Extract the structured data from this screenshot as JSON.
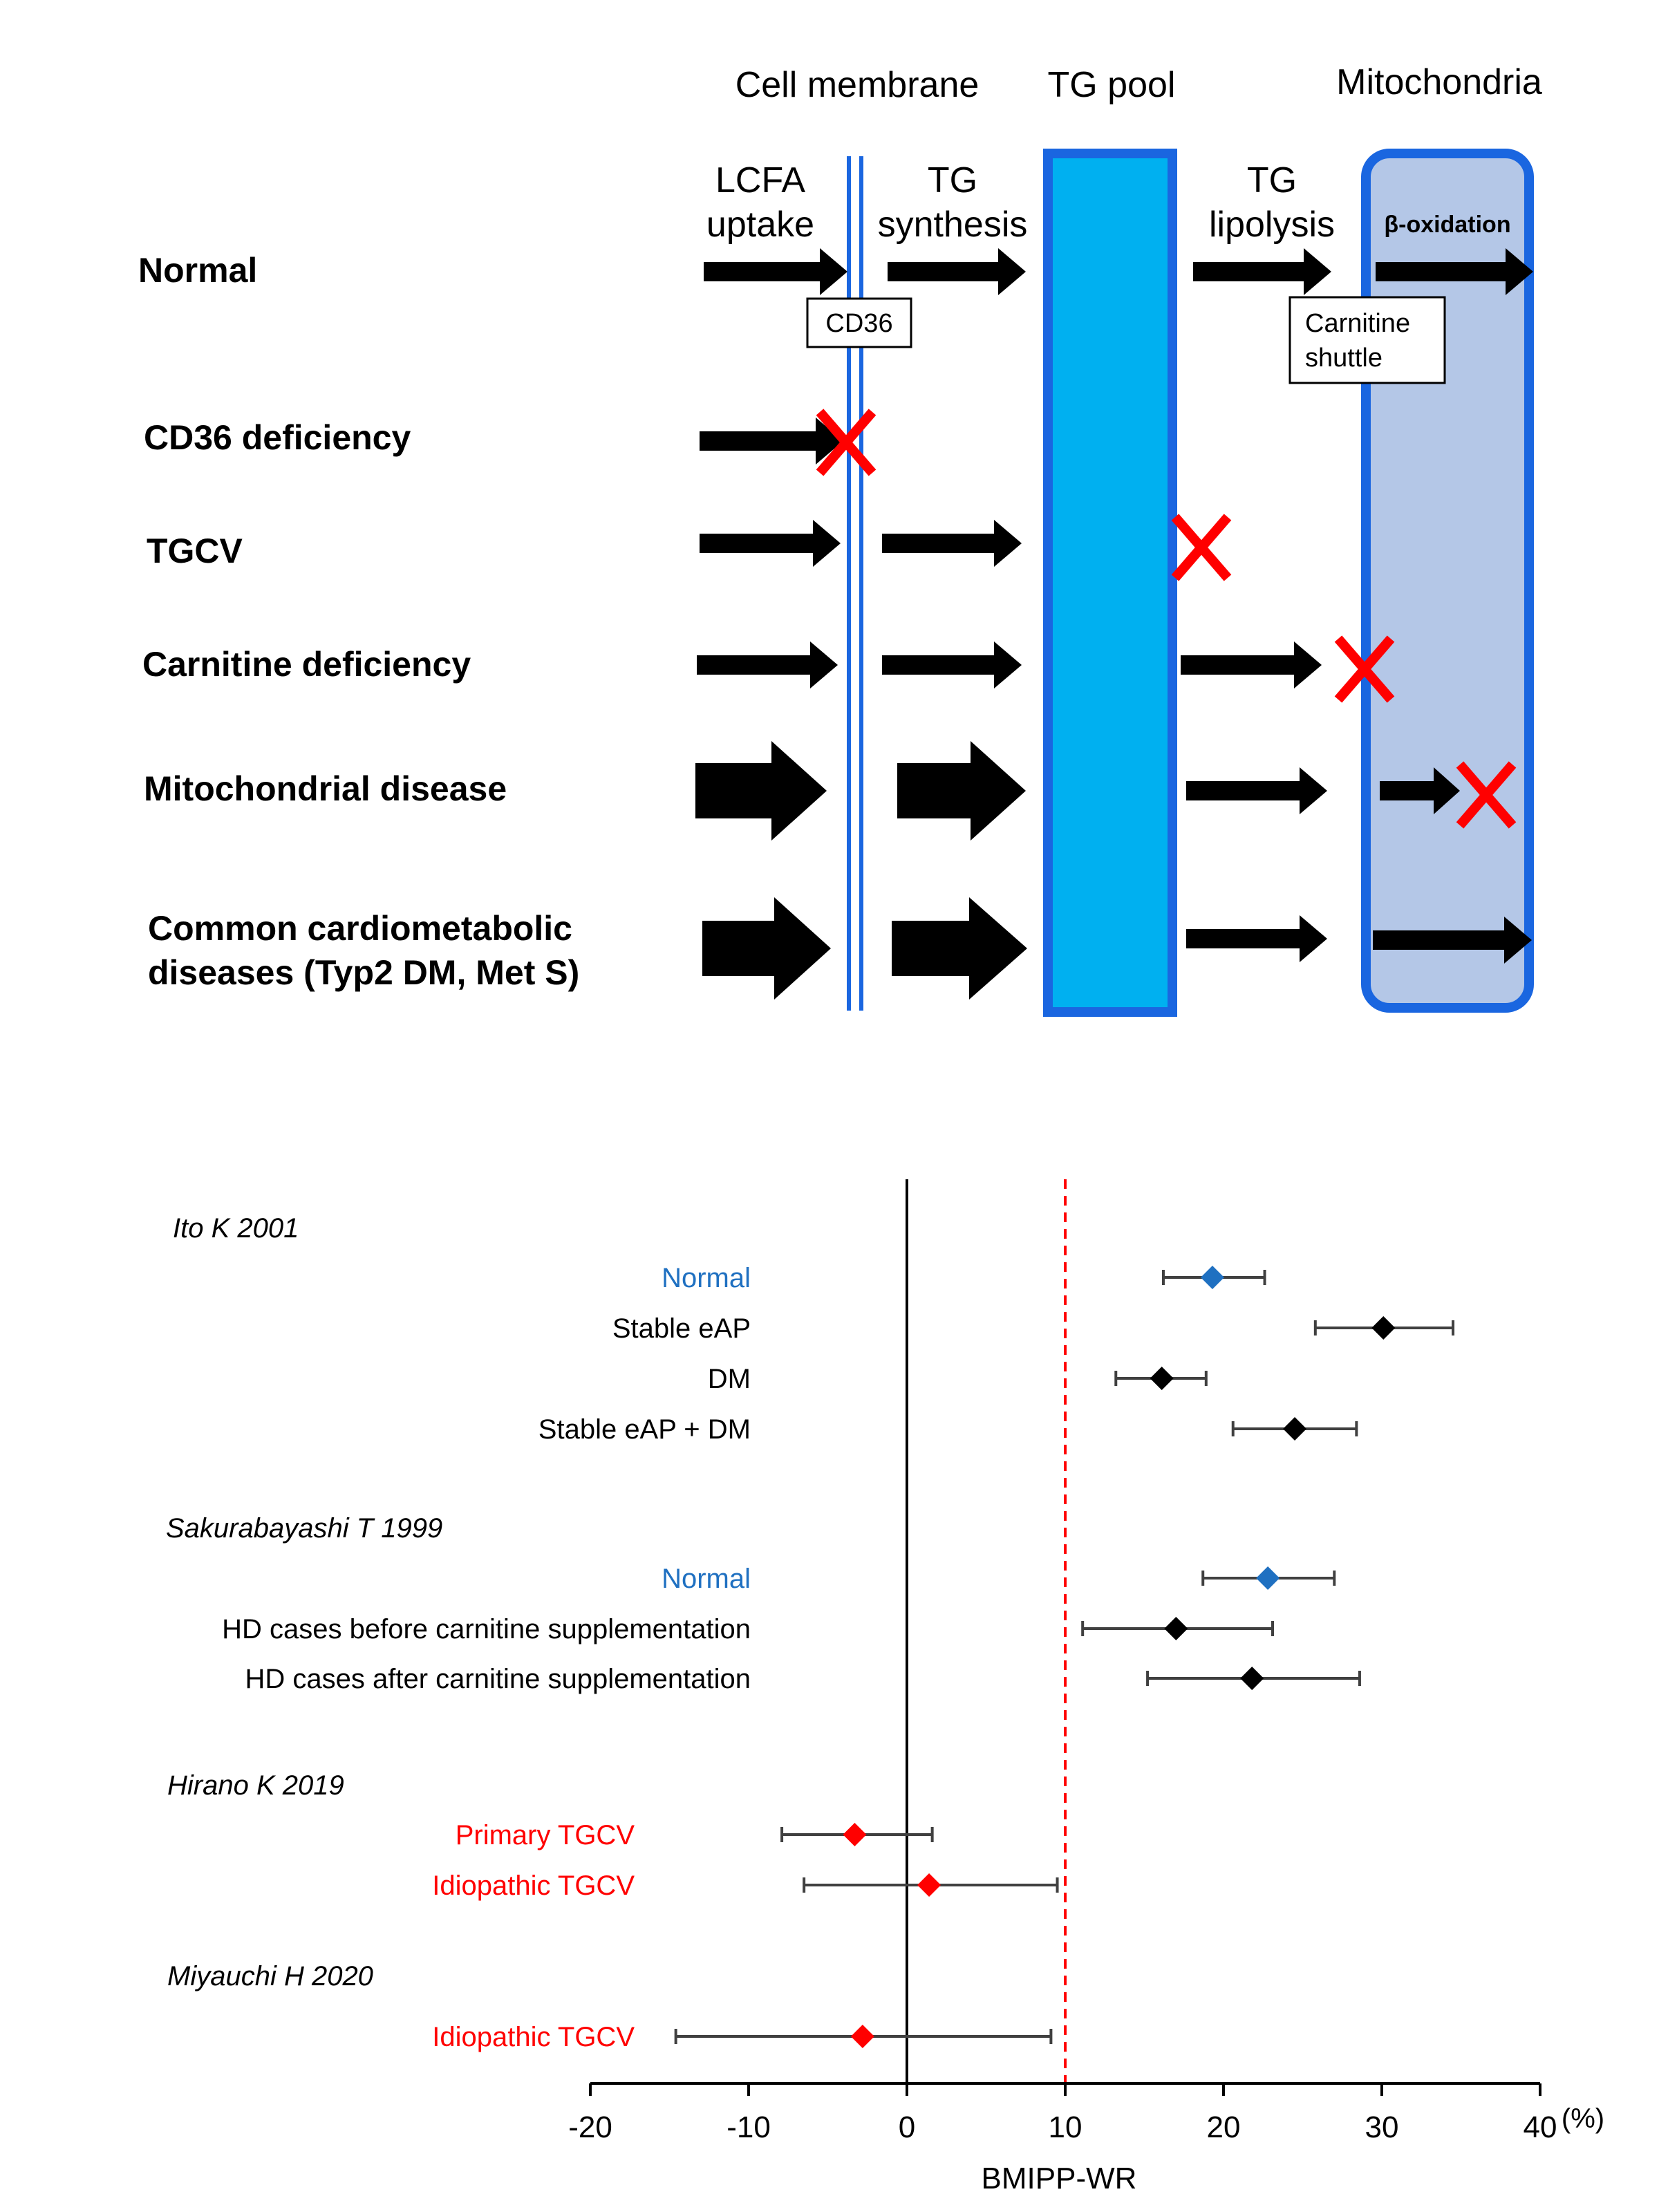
{
  "diagram": {
    "headers": {
      "cell_membrane": "Cell membrane",
      "tg_pool": "TG pool",
      "mitochondria": "Mitochondria"
    },
    "steps": {
      "lcfa_uptake": [
        "LCFA",
        "uptake"
      ],
      "tg_synthesis": [
        "TG",
        "synthesis"
      ],
      "tg_lipolysis": [
        "TG",
        "lipolysis"
      ],
      "beta_oxidation": "β-oxidation"
    },
    "boxes": {
      "cd36": "CD36",
      "carnitine_shuttle": [
        "Carnitine",
        "shuttle"
      ]
    },
    "rows": [
      {
        "label": [
          "Normal"
        ]
      },
      {
        "label": [
          "CD36 deficiency"
        ]
      },
      {
        "label": [
          "TGCV"
        ]
      },
      {
        "label": [
          "Carnitine deficiency"
        ]
      },
      {
        "label": [
          "Mitochondrial disease"
        ]
      },
      {
        "label": [
          "Common cardiometabolic",
          "diseases (Typ2 DM, Met S)"
        ]
      }
    ],
    "colors": {
      "membrane": "#1a66e0",
      "tg_pool_fill": "#00b0f0",
      "tg_pool_border": "#1a66e0",
      "mito_fill": "#b4c7e7",
      "mito_border": "#1a66e0",
      "block_mark": "#ff0000"
    }
  },
  "chart_data": {
    "type": "forest",
    "xlabel": "BMIPP-WR",
    "x_unit": "(%)",
    "xlim": [
      -20,
      40
    ],
    "xticks": [
      -20,
      -10,
      0,
      10,
      20,
      30,
      40
    ],
    "reference_lines": [
      {
        "x": 0,
        "style": "solid",
        "color": "#000000"
      },
      {
        "x": 10,
        "style": "dashed",
        "color": "#ff0000"
      }
    ],
    "studies": [
      {
        "name": "Ito K 2001",
        "groups": [
          {
            "label": "Normal",
            "mean": 19.3,
            "lower": 16.2,
            "upper": 22.6,
            "color": "#1f70c1"
          },
          {
            "label": "Stable eAP",
            "mean": 30.1,
            "lower": 25.8,
            "upper": 34.5,
            "color": "#000000"
          },
          {
            "label": "DM",
            "mean": 16.1,
            "lower": 13.2,
            "upper": 18.9,
            "color": "#000000"
          },
          {
            "label": "Stable eAP + DM",
            "mean": 24.5,
            "lower": 20.6,
            "upper": 28.4,
            "color": "#000000"
          }
        ]
      },
      {
        "name": "Sakurabayashi T 1999",
        "groups": [
          {
            "label": "Normal",
            "mean": 22.8,
            "lower": 18.7,
            "upper": 27.0,
            "color": "#1f70c1"
          },
          {
            "label": "HD cases before carnitine supplementation",
            "mean": 17.0,
            "lower": 11.1,
            "upper": 23.1,
            "color": "#000000"
          },
          {
            "label": "HD cases after carnitine supplementation",
            "mean": 21.8,
            "lower": 15.2,
            "upper": 28.6,
            "color": "#000000"
          }
        ]
      },
      {
        "name": "Hirano K 2019",
        "groups": [
          {
            "label": "Primary TGCV",
            "mean": -3.3,
            "lower": -7.9,
            "upper": 1.6,
            "color": "#ff0000"
          },
          {
            "label": "Idiopathic TGCV",
            "mean": 1.4,
            "lower": -6.5,
            "upper": 9.5,
            "color": "#ff0000"
          }
        ]
      },
      {
        "name": "Miyauchi H 2020",
        "groups": [
          {
            "label": "Idiopathic TGCV",
            "mean": -2.8,
            "lower": -14.6,
            "upper": 9.1,
            "color": "#ff0000"
          }
        ]
      }
    ]
  }
}
